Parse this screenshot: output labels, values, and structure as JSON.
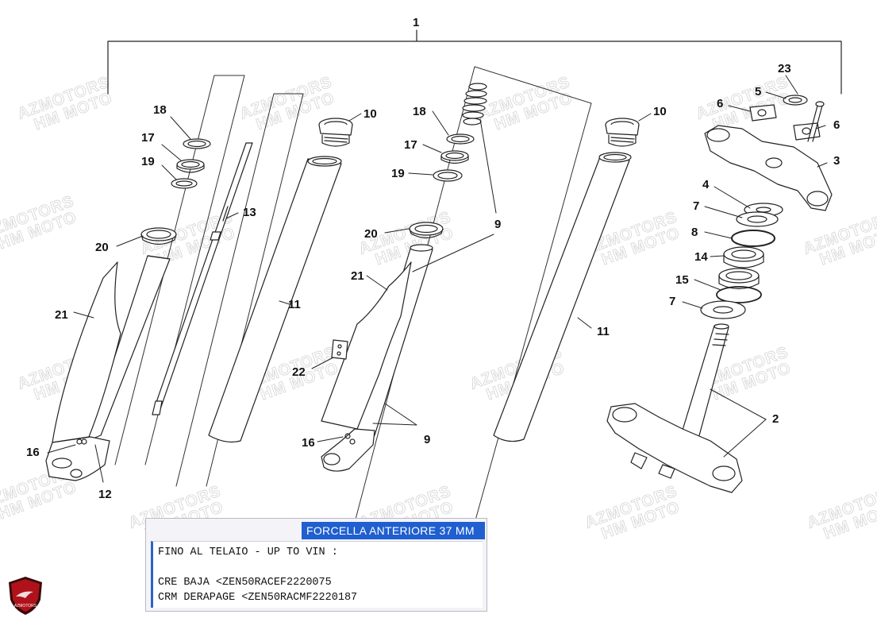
{
  "diagram": {
    "callouts": [
      "1",
      "2",
      "3",
      "4",
      "5",
      "6",
      "7",
      "8",
      "9",
      "10",
      "11",
      "12",
      "13",
      "14",
      "15",
      "16",
      "17",
      "18",
      "19",
      "20",
      "21",
      "22",
      "23"
    ],
    "watermark": {
      "line1": "AZMOTORS",
      "line2": "HM MOTO"
    }
  },
  "panel": {
    "title": "FORCELLA ANTERIORE 37 MM",
    "lines": [
      "FINO AL TELAIO - UP TO VIN :",
      "",
      "CRE BAJA <ZEN50RACEF2220075",
      "CRM DERAPAGE <ZEN50RACMF2220187"
    ]
  },
  "logo": {
    "icon": "azmotors-shield-logo",
    "text": "AZMOTORS",
    "colors": {
      "shield": "#b0121b",
      "dark": "#3a0a0a"
    }
  }
}
